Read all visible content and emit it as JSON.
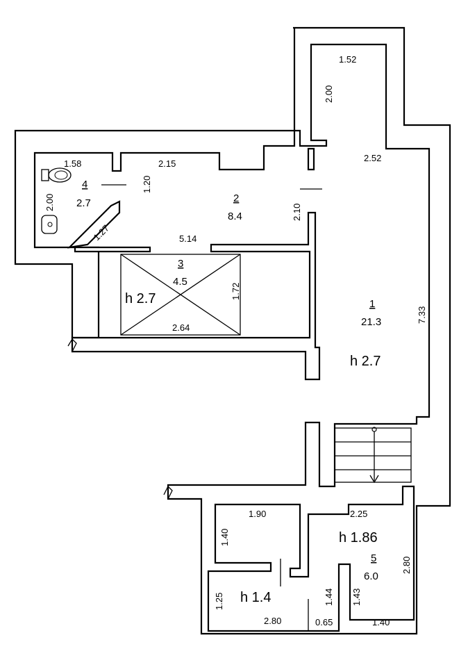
{
  "floorplan": {
    "rooms": [
      {
        "number": "1",
        "area": "21.3",
        "height": "h 2.7"
      },
      {
        "number": "2",
        "area": "8.4"
      },
      {
        "number": "3",
        "area": "4.5",
        "height": "h 2.7"
      },
      {
        "number": "4",
        "area": "2.7"
      },
      {
        "number": "5",
        "area": "6.0",
        "height": "h 1.86"
      },
      {
        "height": "h 1.4"
      }
    ],
    "dimensions": {
      "d_1_52": "1.52",
      "d_2_00_top": "2.00",
      "d_2_52": "2.52",
      "d_1_58": "1.58",
      "d_2_15": "2.15",
      "d_1_20": "1.20",
      "d_2_00_left": "2.00",
      "d_1_27": "1.27",
      "d_2_10": "2.10",
      "d_5_14": "5.14",
      "d_1_72": "1.72",
      "d_2_64": "2.64",
      "d_7_33": "7.33",
      "d_1_90": "1.90",
      "d_2_25": "2.25",
      "d_1_40_v": "1.40",
      "d_2_80_v": "2.80",
      "d_1_25": "1.25",
      "d_2_80_h": "2.80",
      "d_0_65": "0.65",
      "d_1_44": "1.44",
      "d_1_43": "1.43",
      "d_1_40_h": "1.40"
    }
  },
  "colors": {
    "wall": "#000000",
    "background": "#ffffff"
  },
  "icons": [
    "toilet-icon",
    "sink-icon",
    "stair-arrow-icon"
  ]
}
